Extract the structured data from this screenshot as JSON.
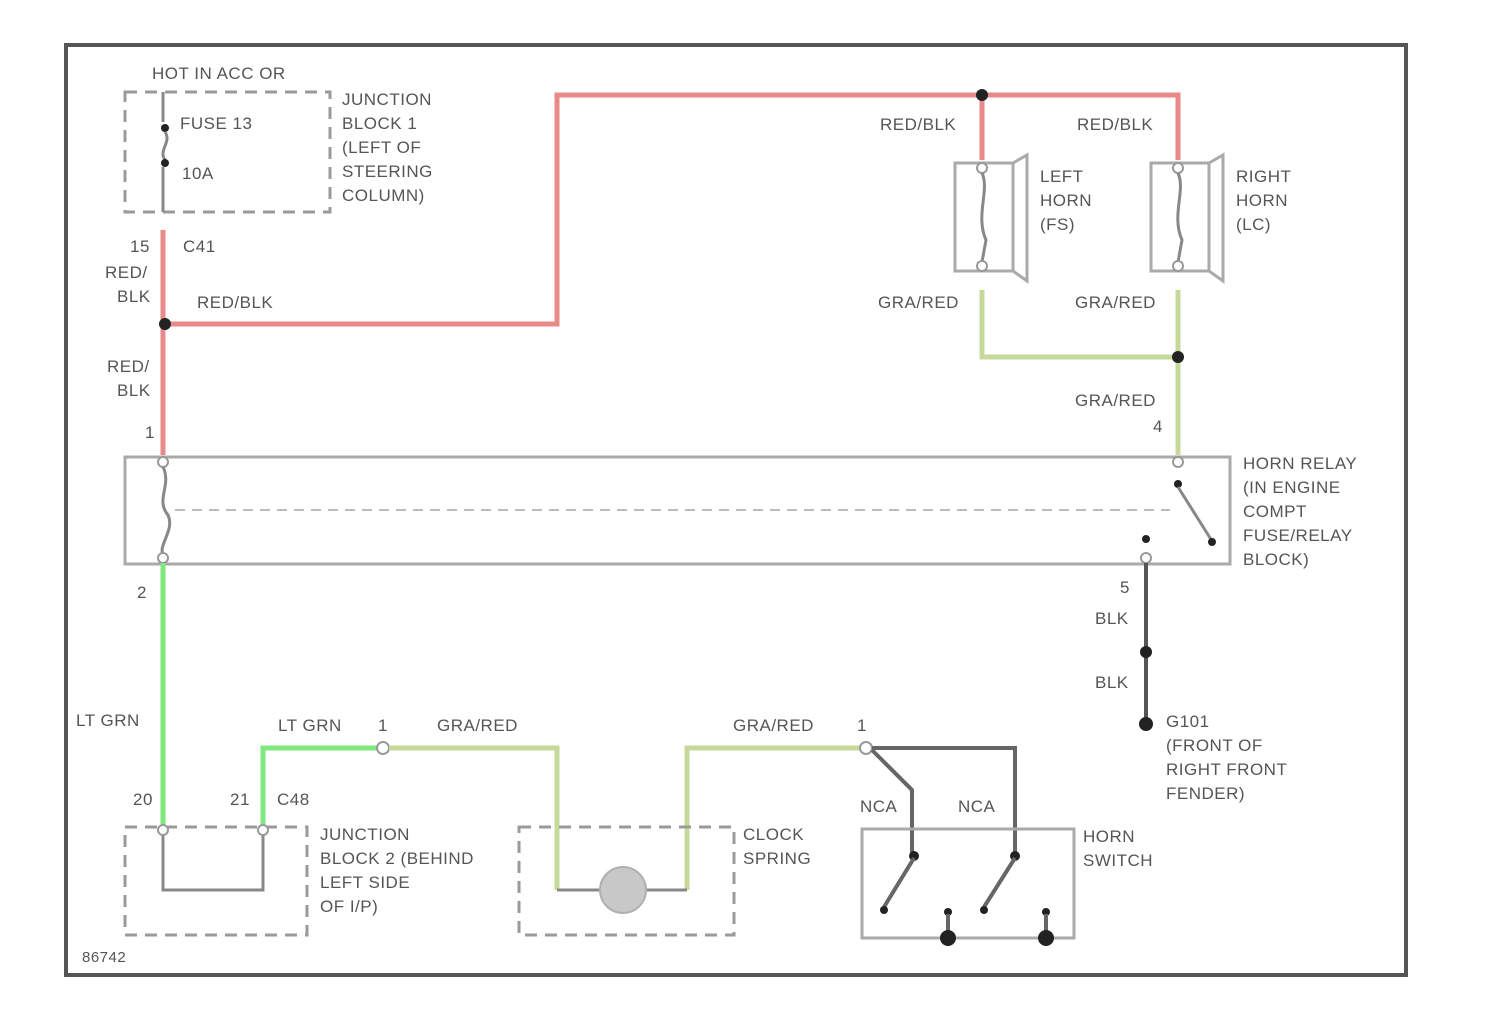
{
  "diagram_id": "86742",
  "power_source": "HOT IN ACC OR",
  "fuse": {
    "name": "FUSE 13",
    "rating": "10A"
  },
  "junction_block_1": [
    "JUNCTION",
    "BLOCK 1",
    "(LEFT OF",
    "STEERING",
    "COLUMN)"
  ],
  "junction_block_2": [
    "JUNCTION",
    "BLOCK 2 (BEHIND",
    "LEFT SIDE",
    "OF I/P)"
  ],
  "horn_relay": [
    "HORN RELAY",
    "(IN ENGINE",
    "COMPT",
    "FUSE/RELAY",
    "BLOCK)"
  ],
  "left_horn": [
    "LEFT",
    "HORN",
    "(FS)"
  ],
  "right_horn": [
    "RIGHT",
    "HORN",
    "(LC)"
  ],
  "clock_spring": [
    "CLOCK",
    "SPRING"
  ],
  "horn_switch": [
    "HORN",
    "SWITCH"
  ],
  "ground": [
    "G101",
    "(FRONT OF",
    "RIGHT FRONT",
    "FENDER)"
  ],
  "connectors": {
    "c41": "C41",
    "c48": "C48"
  },
  "pins": {
    "jb1_out": "15",
    "relay_1": "1",
    "relay_2": "2",
    "relay_4": "4",
    "relay_5": "5",
    "jb2_in": "20",
    "jb2_out": "21",
    "splice_1": "1",
    "switch_1": "1"
  },
  "wire_labels": {
    "red_blk_a": "RED/",
    "red_blk_b": "BLK",
    "red_blk_c": "RED/BLK",
    "red_blk_d": "RED/",
    "red_blk_e": "BLK",
    "red_blk_left_horn": "RED/BLK",
    "red_blk_right_horn": "RED/BLK",
    "gra_red_left_horn": "GRA/RED",
    "gra_red_right_horn": "GRA/RED",
    "gra_red_relay": "GRA/RED",
    "blk_a": "BLK",
    "blk_b": "BLK",
    "lt_grn_a": "LT GRN",
    "lt_grn_b": "LT GRN",
    "gra_red_a": "GRA/RED",
    "gra_red_b": "GRA/RED",
    "nca_a": "NCA",
    "nca_b": "NCA"
  },
  "wire_colors": {
    "red_blk": "#e88a8a",
    "gra_red": "#c7d99a",
    "lt_grn": "#7fe87f",
    "blk": "#555555"
  }
}
